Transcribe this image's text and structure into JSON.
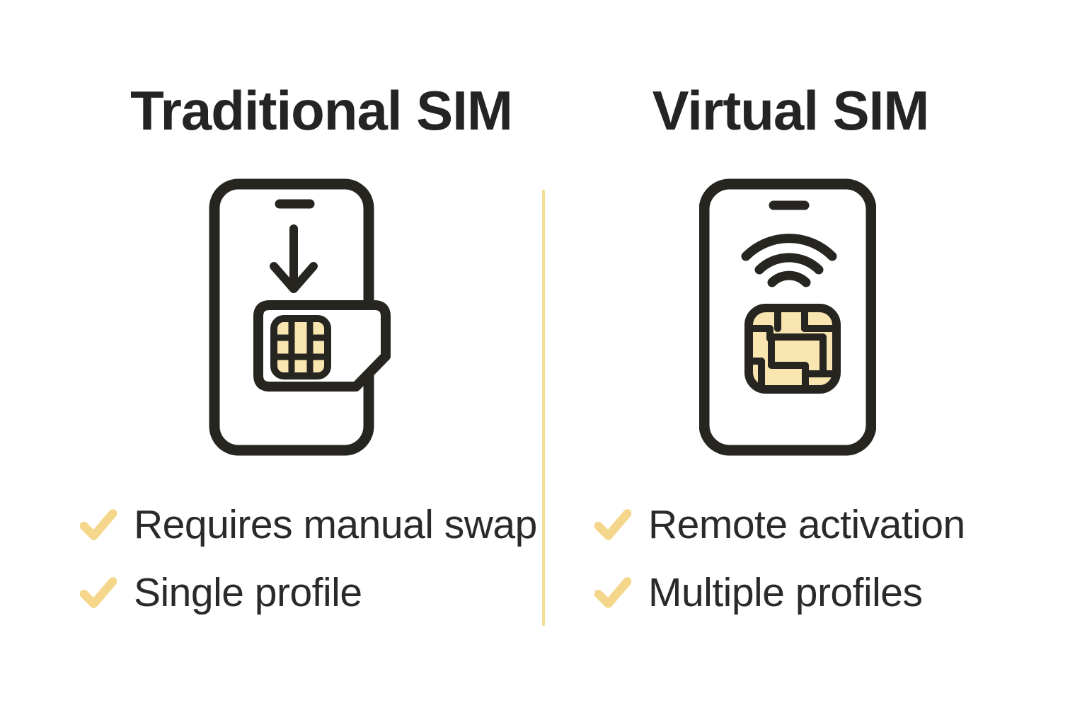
{
  "infographic": {
    "columns": [
      {
        "title": "Traditional SIM",
        "icon": "phone-sim-card-insert-icon",
        "features": [
          {
            "icon": "check-icon",
            "label": "Requires manual swap"
          },
          {
            "icon": "check-icon",
            "label": "Single profile"
          }
        ]
      },
      {
        "title": "Virtual SIM",
        "icon": "phone-esim-wireless-icon",
        "features": [
          {
            "icon": "check-icon",
            "label": "Remote activation"
          },
          {
            "icon": "check-icon",
            "label": "Multiple profiles"
          }
        ]
      }
    ]
  },
  "colors": {
    "text": "#242424",
    "stroke": "#272520",
    "gold_fill": "#F8E5AF",
    "check": "#F5D78C",
    "divider": "#F2DD93",
    "background": "#ffffff"
  }
}
